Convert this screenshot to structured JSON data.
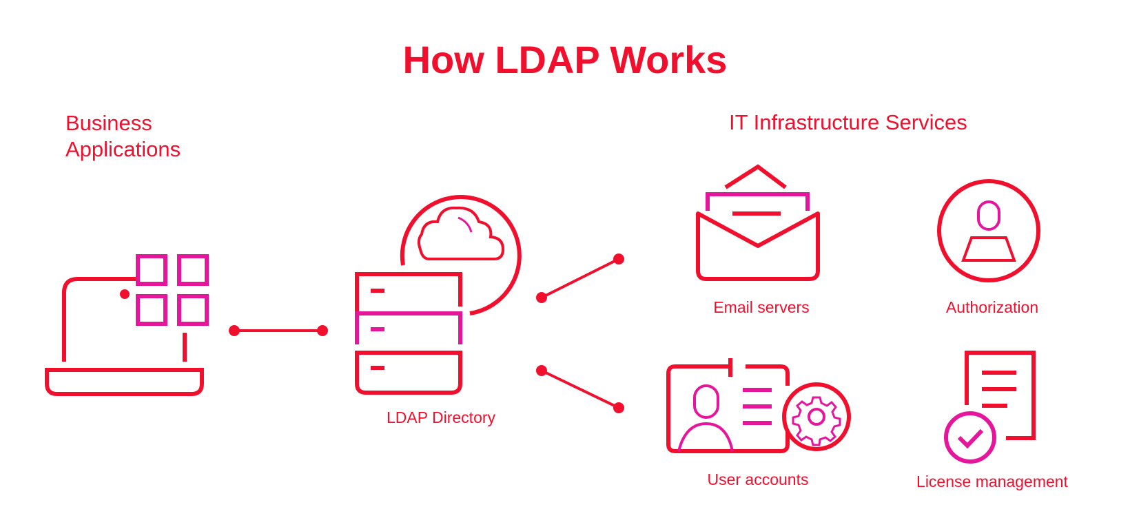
{
  "title": "How LDAP Works",
  "left_heading": "Business Applications",
  "right_heading": "IT Infrastructure Services",
  "center_label": "LDAP Directory",
  "services": [
    {
      "label": "Email servers",
      "icon": "envelope-icon"
    },
    {
      "label": "Authorization",
      "icon": "user-circle-icon"
    },
    {
      "label": "User accounts",
      "icon": "id-card-gear-icon"
    },
    {
      "label": "License management",
      "icon": "document-check-icon"
    }
  ],
  "icons": {
    "business_apps": "laptop-apps-icon",
    "directory": "server-cloud-icon"
  },
  "colors": {
    "primary": "#f0102e",
    "accent": "#e6169c",
    "background": "#ffffff"
  }
}
